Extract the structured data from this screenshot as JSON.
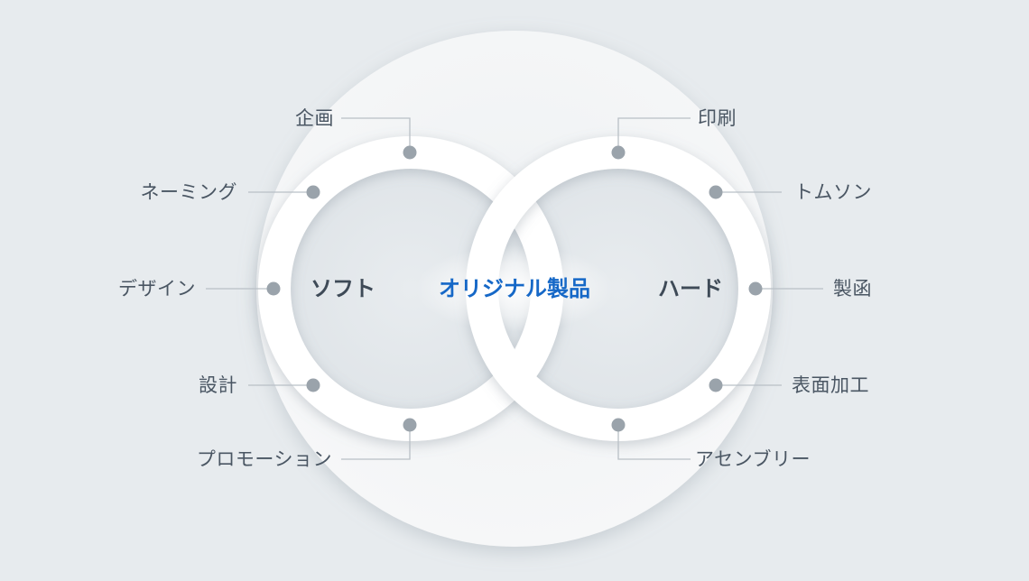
{
  "colors": {
    "background": "#e7ebee",
    "ring": "#ffffff",
    "dot": "#9aa3ab",
    "leader_line": "#b9c0c6",
    "label_text": "#4a5663",
    "side_title": "#3e4a57",
    "accent": "#1668c7"
  },
  "center_label": "オリジナル製品",
  "left_circle": {
    "title": "ソフト",
    "items": [
      "企画",
      "ネーミング",
      "デザイン",
      "設計",
      "プロモーション"
    ]
  },
  "right_circle": {
    "title": "ハード",
    "items": [
      "印刷",
      "トムソン",
      "製函",
      "表面加工",
      "アセンブリー"
    ]
  }
}
